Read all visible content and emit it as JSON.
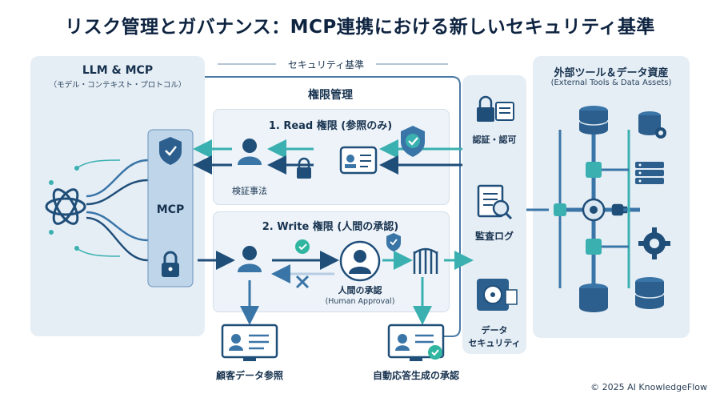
{
  "title": "リスク管理とガバナンス：MCP連携における新しいセキュリティ基準",
  "left_panel": {
    "title": "LLM & MCP",
    "subtitle": "（モデル・コンテキスト・プロトコル）",
    "mcp_label": "MCP"
  },
  "standard_label": "セキュリティ基準",
  "permissions": {
    "title": "権限管理",
    "read": {
      "title": "1. Read 権限 (参照のみ)",
      "verify_label": "検証事法",
      "output_label": "顧客データ参照"
    },
    "write": {
      "title": "2. Write 権限 (人間の承認)",
      "approval_label": "人間の承認",
      "approval_sub": "(Human Approval)",
      "output_label": "自動応答生成の承認"
    }
  },
  "column": {
    "auth": "認証・認可",
    "audit": "監査ログ",
    "security_1": "データ",
    "security_2": "セキュリティ"
  },
  "right_panel": {
    "title": "外部ツール＆データ資産",
    "subtitle": "(External Tools & Data Assets)"
  },
  "credit": "© 2025 AI KnowledgeFlow",
  "colors": {
    "navy": "#1f4e79",
    "blue": "#3a75a8",
    "teal": "#3ab0b0",
    "panel": "#e6eef5",
    "accent_green": "#2fb5a0"
  }
}
